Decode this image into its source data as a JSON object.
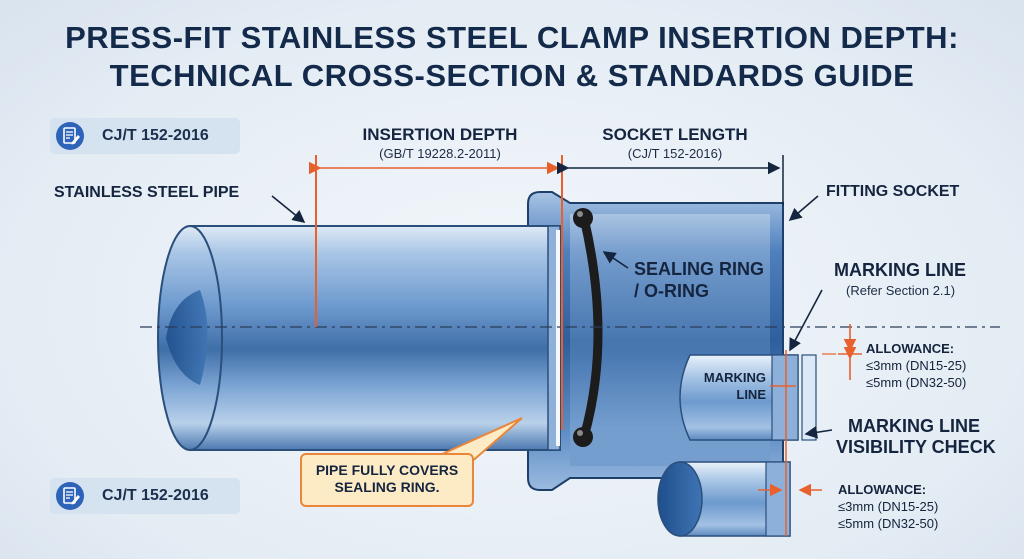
{
  "title": {
    "line1": "PRESS-FIT STAINLESS STEEL CLAMP INSERTION DEPTH:",
    "line2": "TECHNICAL CROSS-SECTION & STANDARDS GUIDE"
  },
  "badges": {
    "top": {
      "icon": "document-edit-icon",
      "text": "CJ/T 152-2016"
    },
    "bottom": {
      "icon": "document-edit-icon",
      "text": "CJ/T 152-2016"
    }
  },
  "dimensions": {
    "insertion_depth": {
      "label": "INSERTION DEPTH",
      "standard": "(GB/T 19228.2-2011)"
    },
    "socket_length": {
      "label": "SOCKET LENGTH",
      "standard": "(CJ/T 152-2016)"
    }
  },
  "labels": {
    "stainless_pipe": "STAINLESS STEEL PIPE",
    "fitting_socket": "FITTING SOCKET",
    "sealing_ring_line1": "SEALING RING",
    "sealing_ring_line2": "/ O-RING",
    "marking_line": "MARKING LINE",
    "marking_line_ref": "(Refer Section 2.1)",
    "inner_marking_line1": "MARKING",
    "inner_marking_line2": "LINE",
    "visibility_line1": "MARKING LINE",
    "visibility_line2": "VISIBILITY CHECK"
  },
  "allowance_upper": {
    "heading": "ALLOWANCE:",
    "line1": "≤3mm (DN15-25)",
    "line2": "≤5mm (DN32-50)"
  },
  "allowance_lower": {
    "heading": "ALLOWANCE:",
    "line1": "≤3mm (DN15-25)",
    "line2": "≤5mm (DN32-50)"
  },
  "callout": {
    "line1": "PIPE FULLY COVERS",
    "line2": "SEALING RING."
  },
  "colors": {
    "title": "#142a4a",
    "dimension_line": "#e8602c",
    "pipe": "#5e8ec4",
    "ring": "#1c1c1c",
    "callout_fill": "#fdebc6",
    "callout_border": "#e9863a"
  }
}
